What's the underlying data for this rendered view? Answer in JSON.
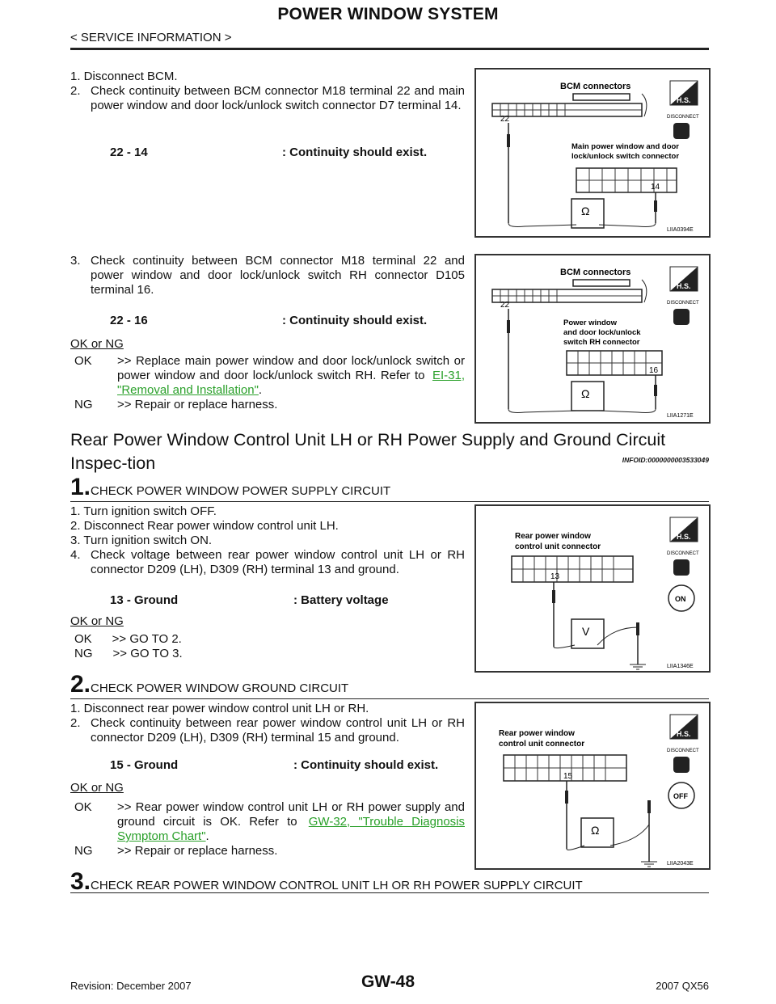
{
  "header": {
    "title": "POWER WINDOW SYSTEM",
    "subtitle": "< SERVICE INFORMATION >"
  },
  "block1": {
    "step1": "1.  Disconnect BCM.",
    "step2_num": "2.",
    "step2_text": "Check continuity between BCM connector M18 terminal 22 and main power window and door lock/unlock switch connector D7 terminal 14.",
    "spec_left": "22 - 14",
    "spec_right": ": Continuity should exist.",
    "step3_num": "3.",
    "step3_text": "Check continuity between BCM connector M18 terminal 22 and power window and door lock/unlock switch RH connector D105 terminal 16.",
    "spec2_left": "22 - 16",
    "spec2_right": ": Continuity should exist.",
    "ok_or_ng": "OK or NG",
    "ok_label": "OK",
    "ok_text": ">> Replace main power window and door lock/unlock switch or power window and door lock/unlock switch RH. Refer to",
    "ok_link": "EI-31, \"Removal and Installation\"",
    "ng_label": "NG",
    "ng_text": ">> Repair or replace harness."
  },
  "fig1": {
    "bcm": "BCM connectors",
    "pin22": "22",
    "sw_label1": "Main power window and door",
    "sw_label2": "lock/unlock switch connector",
    "pin14": "14",
    "ohm": "Ω",
    "hs": "H.S.",
    "disconnect": "DISCONNECT",
    "code": "LIIA0394E"
  },
  "fig2": {
    "bcm": "BCM connectors",
    "pin22": "22",
    "sw_label1": "Power window",
    "sw_label2": "and door lock/unlock",
    "sw_label3": "switch RH connector",
    "pin16": "16",
    "ohm": "Ω",
    "hs": "H.S.",
    "disconnect": "DISCONNECT",
    "code": "LIIA1271E"
  },
  "section": {
    "title": "Rear Power Window Control Unit LH or RH Power Supply and Ground Circuit Inspec-tion",
    "infoid": "INFOID:0000000003533049"
  },
  "stepA": {
    "num": "1.",
    "title": "CHECK POWER WINDOW POWER SUPPLY CIRCUIT",
    "l1": "1.  Turn ignition switch OFF.",
    "l2": "2.  Disconnect Rear power window control unit LH.",
    "l3": "3.  Turn ignition switch ON.",
    "l4_num": "4.",
    "l4_text": "Check voltage between rear power window control unit LH or RH connector D209 (LH), D309 (RH) terminal 13 and ground.",
    "spec_left": "13 - Ground",
    "spec_right": ": Battery voltage",
    "ok_or_ng": "OK or NG",
    "ok": "OK      >> GO TO 2.",
    "ng": "NG      >> GO TO 3."
  },
  "fig3": {
    "label1": "Rear power window",
    "label2": "control unit connector",
    "pin13": "13",
    "volt": "V",
    "hs": "H.S.",
    "disconnect": "DISCONNECT",
    "on": "ON",
    "code": "LIIA1346E"
  },
  "stepB": {
    "num": "2.",
    "title": "CHECK POWER WINDOW GROUND CIRCUIT",
    "l1": "1.  Disconnect rear power window control unit LH or RH.",
    "l2_num": "2.",
    "l2_text": "Check continuity between rear power window control unit LH or RH connector D209 (LH), D309 (RH) terminal 15 and ground.",
    "spec_left": "15 - Ground",
    "spec_right": ": Continuity should exist.",
    "ok_or_ng": "OK or NG",
    "ok_label": "OK",
    "ok_text": ">> Rear power window control unit LH or RH power supply and ground circuit is OK. Refer to",
    "ok_link": "GW-32, \"Trouble Diagnosis Symptom Chart\"",
    "ng_label": "NG",
    "ng_text": ">> Repair or replace harness."
  },
  "fig4": {
    "label1": "Rear power window",
    "label2": "control unit connector",
    "pin15": "15",
    "ohm": "Ω",
    "hs": "H.S.",
    "disconnect": "DISCONNECT",
    "off": "OFF",
    "code": "LIIA2043E"
  },
  "stepC": {
    "num": "3.",
    "title": "CHECK REAR POWER WINDOW CONTROL UNIT LH OR RH POWER SUPPLY CIRCUIT"
  },
  "footer": {
    "revision": "Revision: December 2007",
    "page": "GW-48",
    "model": "2007 QX56"
  }
}
